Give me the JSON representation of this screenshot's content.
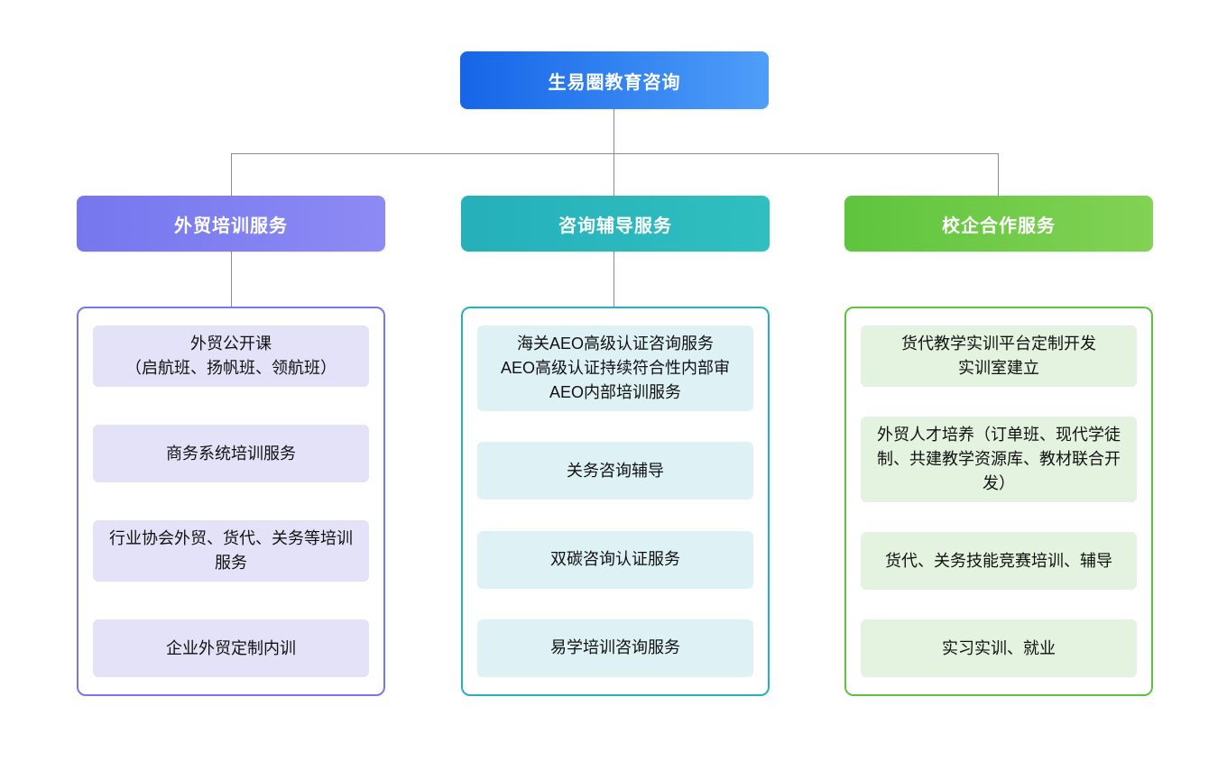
{
  "colors": {
    "root-start": "#1565e8",
    "root-end": "#4f9ef9",
    "branch1": "#7577ee",
    "branch1-end": "#8d8af4",
    "branch1-item-bg": "#e4e2f8",
    "branch2": "#25b0ba",
    "branch2-end": "#30bfc0",
    "branch2-item-bg": "#def1f5",
    "branch3": "#5fc43d",
    "branch3-end": "#82d254",
    "branch3-item-bg": "#e3f3df",
    "connector": "#8c8c8c"
  },
  "root": {
    "label": "生易圈教育咨询"
  },
  "branches": [
    {
      "label": "外贸培训服务",
      "items": [
        "外贸公开课\n（启航班、扬帆班、领航班）",
        "商务系统培训服务",
        "行业协会外贸、货代、关务等培训服务",
        "企业外贸定制内训"
      ]
    },
    {
      "label": "咨询辅导服务",
      "items": [
        "海关AEO高级认证咨询服务\nAEO高级认证持续符合性内部审\nAEO内部培训服务",
        "关务咨询辅导",
        "双碳咨询认证服务",
        "易学培训咨询服务"
      ]
    },
    {
      "label": "校企合作服务",
      "items": [
        "货代教学实训平台定制开发\n实训室建立",
        "外贸人才培养（订单班、现代学徒制、共建教学资源库、教材联合开发）",
        "货代、关务技能竞赛培训、辅导",
        "实习实训、就业"
      ]
    }
  ]
}
